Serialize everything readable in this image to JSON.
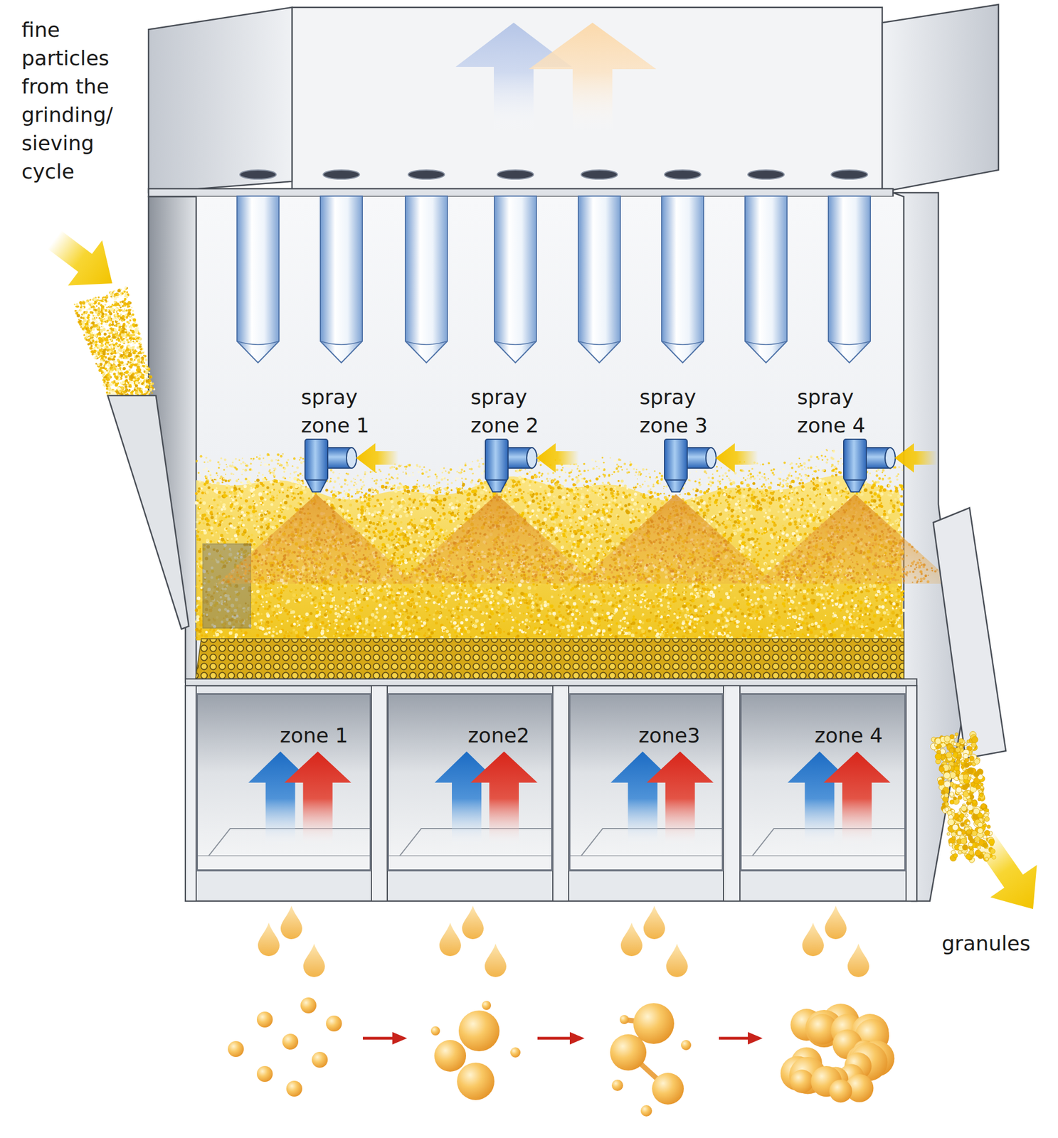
{
  "diagram": {
    "nodes": [
      {
        "text": [
          "zone 1"
        ]
      },
      {
        "text": [
          "zone2"
        ]
      },
      {
        "text": [
          "zone3"
        ]
      },
      {
        "text": [
          "zone 4"
        ]
      }
    ],
    "labels": [
      "fine particles from the grinding/ sieving cycle",
      "spray zone 1",
      "spray zone 2",
      "spray zone 3",
      "spray zone 4",
      "granules"
    ]
  }
}
